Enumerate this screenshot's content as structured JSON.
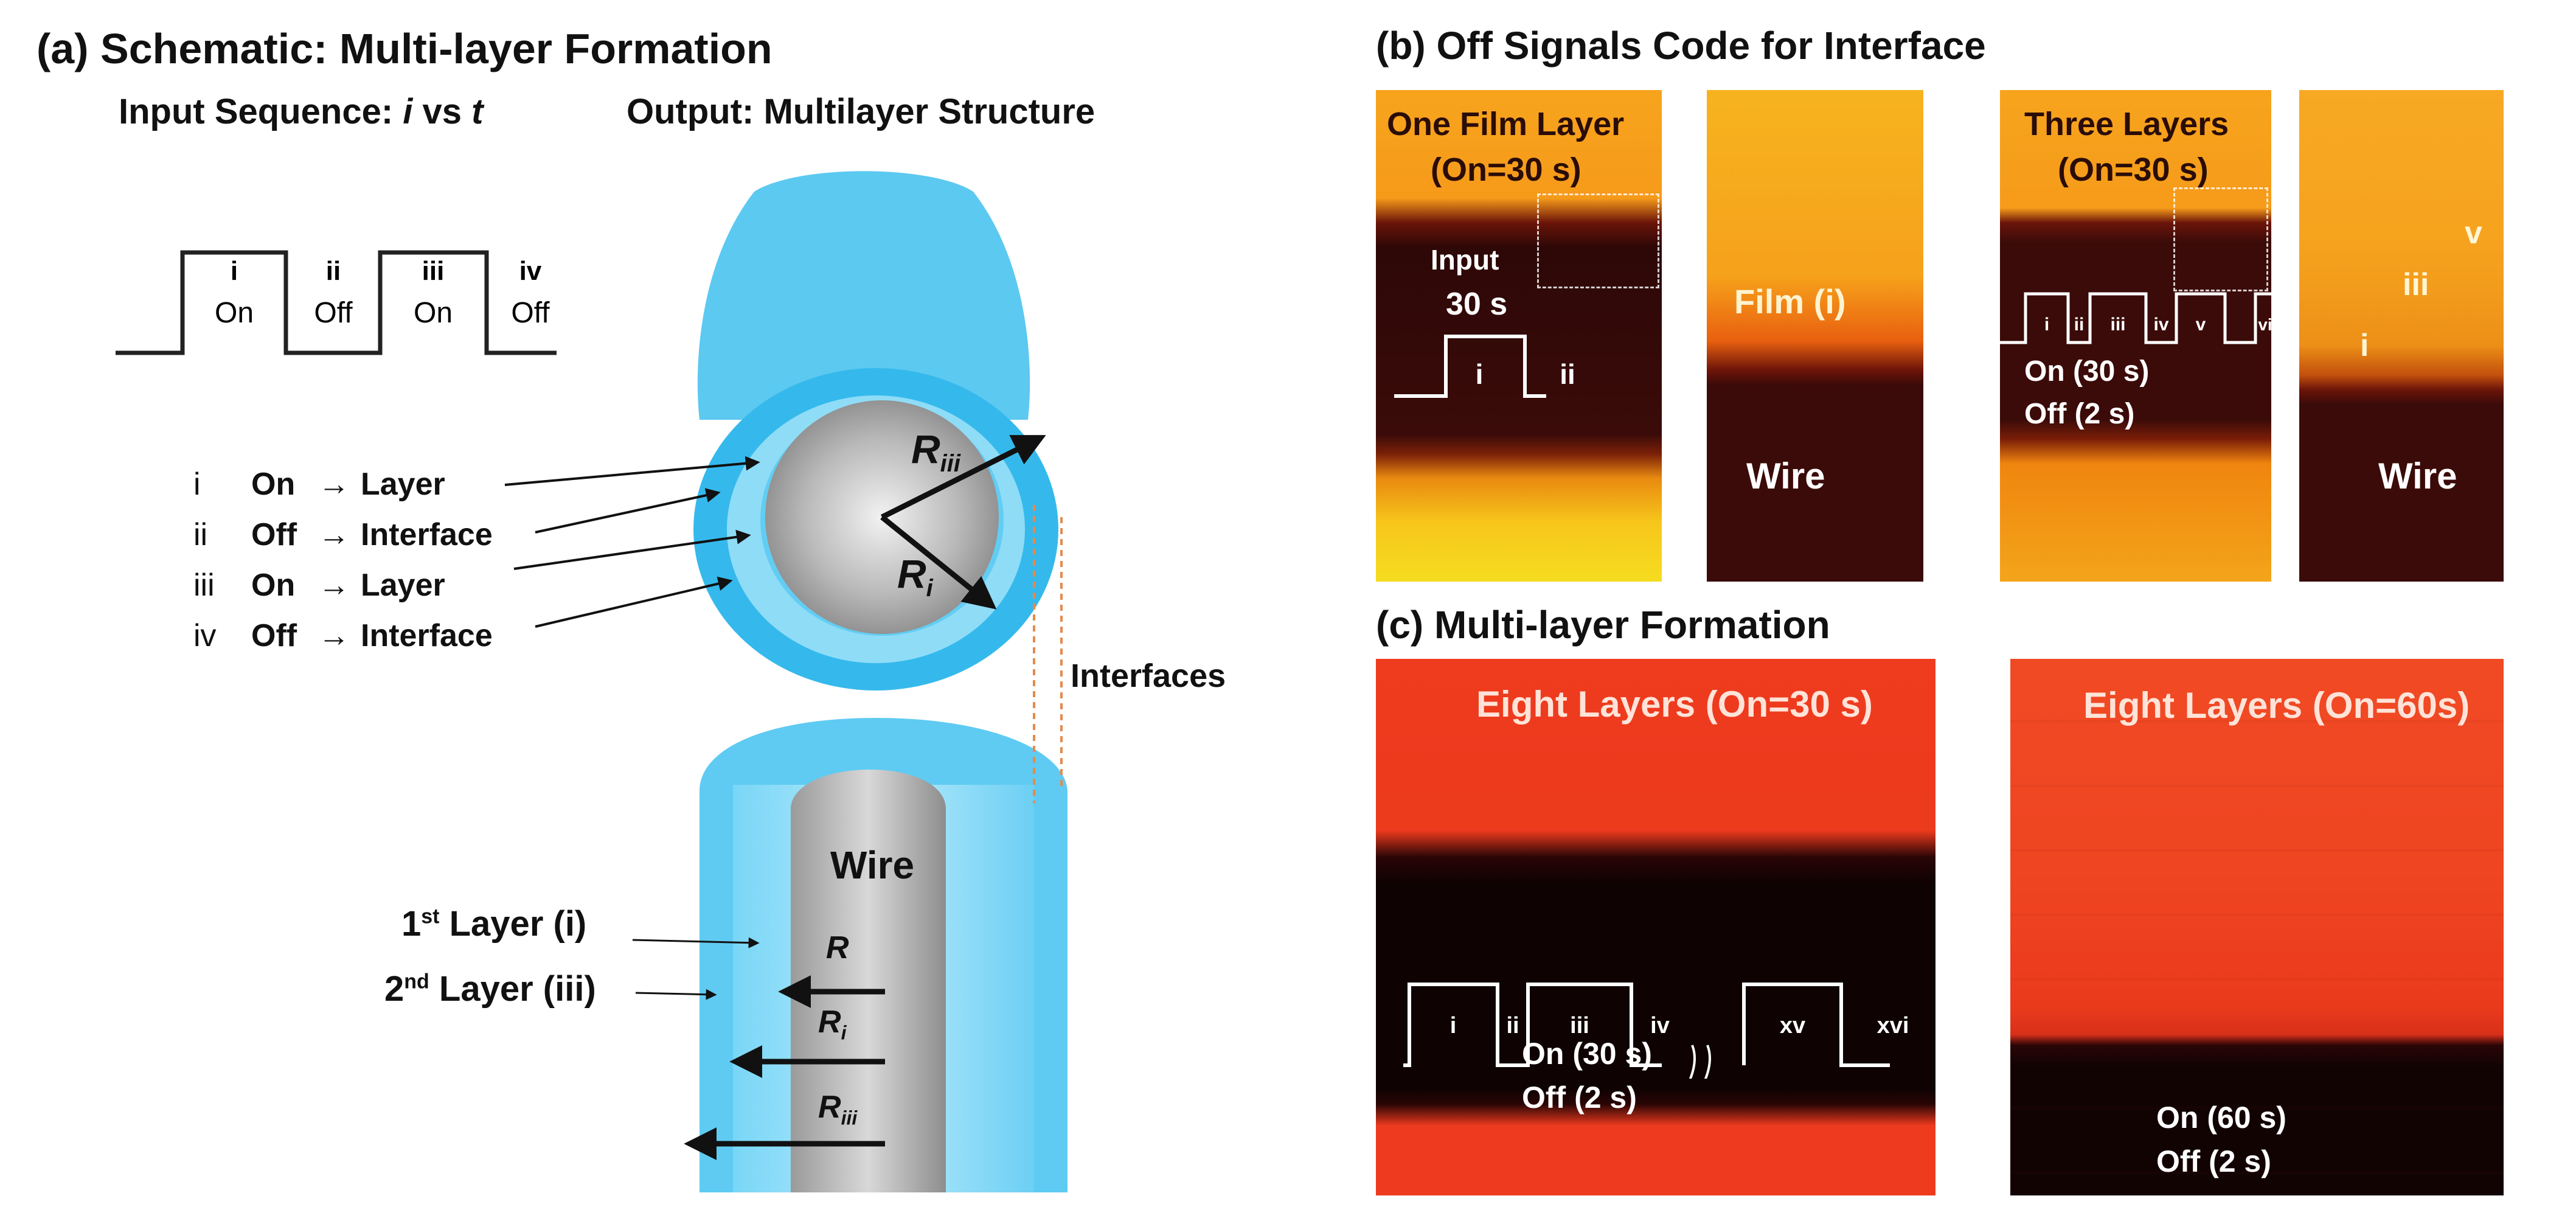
{
  "panel_a": {
    "title": "(a) Schematic: Multi-layer Formation",
    "input_label_pre": "Input Sequence: ",
    "input_label_i": "i",
    "input_label_mid": " vs ",
    "input_label_t": "t",
    "output_label": "Output: Multilayer Structure",
    "waveform": [
      {
        "num": "i",
        "state": "On"
      },
      {
        "num": "ii",
        "state": "Off"
      },
      {
        "num": "iii",
        "state": "On"
      },
      {
        "num": "iv",
        "state": "Off"
      }
    ],
    "mapping": [
      {
        "num": "i",
        "state": "On",
        "arrow": "→",
        "result": "Layer"
      },
      {
        "num": "ii",
        "state": "Off",
        "arrow": "→",
        "result": "Interface"
      },
      {
        "num": "iii",
        "state": "On",
        "arrow": "→",
        "result": "Layer"
      },
      {
        "num": "iv",
        "state": "Off",
        "arrow": "→",
        "result": "Interface"
      }
    ],
    "radius_outer": "R",
    "radius_outer_sub": "iii",
    "radius_inner": "R",
    "radius_inner_sub": "i",
    "interfaces_label": "Interfaces",
    "wire_label": "Wire",
    "layer1_num": "1",
    "layer1_sup": "st",
    "layer1_text": " Layer (i)",
    "layer2_num": "2",
    "layer2_sup": "nd",
    "layer2_text": " Layer (iii)",
    "r_label": "R",
    "ri_label": "R",
    "ri_sub": "i",
    "riii_label": "R",
    "riii_sub": "iii"
  },
  "panel_b": {
    "title": "(b) Off Signals Code for Interface",
    "img1_title_line1": "One Film Layer",
    "img1_title_line2": "(On=30 s)",
    "img1_input": "Input",
    "img1_time": "30 s",
    "img1_pulse_i": "i",
    "img1_pulse_ii": "ii",
    "img2_film": "Film (i)",
    "img2_wire": "Wire",
    "img3_title_line1": "Three Layers",
    "img3_title_line2": "(On=30 s)",
    "img3_pulses": [
      "i",
      "ii",
      "iii",
      "iv",
      "v",
      "vi"
    ],
    "img3_on": "On (30 s)",
    "img3_off": "Off (2 s)",
    "img4_v": "v",
    "img4_iii": "iii",
    "img4_i": "i",
    "img4_wire": "Wire"
  },
  "panel_c": {
    "title": "(c) Multi-layer Formation",
    "img1_title": "Eight Layers (On=30 s)",
    "img1_pulses": [
      "i",
      "ii",
      "iii",
      "iv",
      "xv",
      "xvi"
    ],
    "img1_on": "On (30 s)",
    "img1_off": "Off (2 s)",
    "img2_title": "Eight Layers (On=60s)",
    "img2_on": "On (60 s)",
    "img2_off": "Off (2 s)"
  },
  "colors": {
    "tube_blue": "#4cc3ef",
    "film_orange": "#f6a21c",
    "dark_band": "#3a0b09",
    "red_film": "#ee3a1e"
  }
}
